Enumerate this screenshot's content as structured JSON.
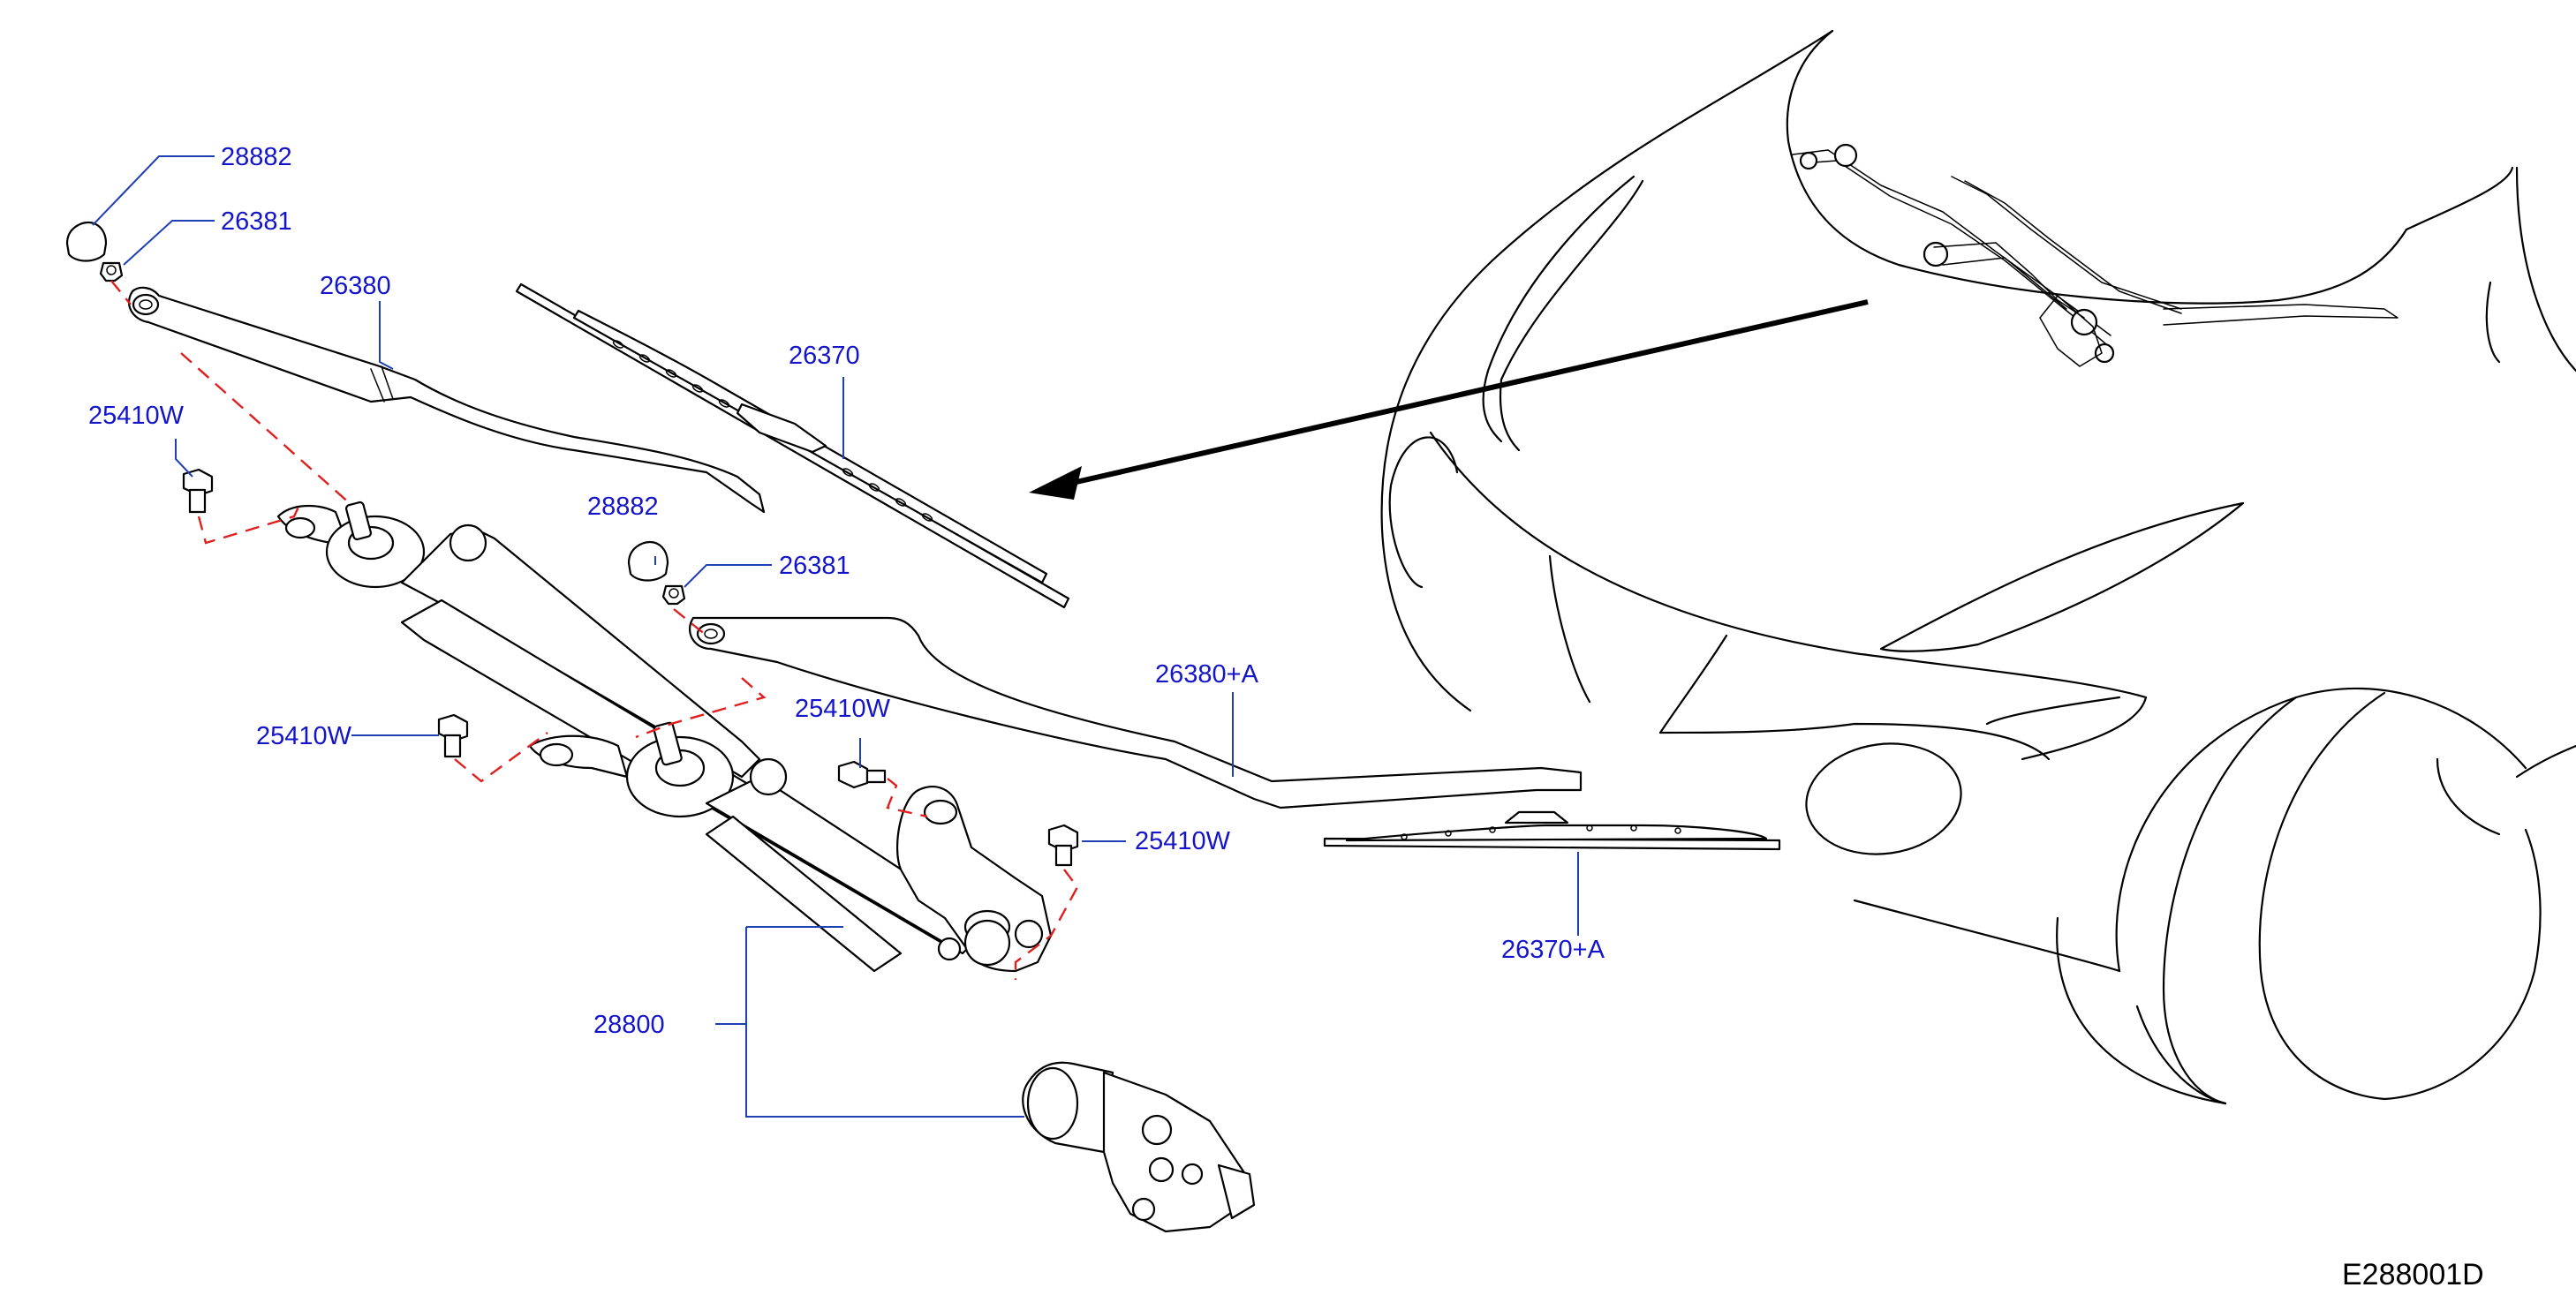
{
  "diagram": {
    "code": "E288001D",
    "callouts": {
      "c1": "28882",
      "c2": "26381",
      "c3": "26380",
      "c4": "26370",
      "c5": "25410W",
      "c6": "28882",
      "c7": "26381",
      "c8": "26380+A",
      "c9": "25410W",
      "c10": "25410W",
      "c11": "25410W",
      "c12": "26370+A",
      "c13": "28800"
    }
  },
  "colors": {
    "callout": "#1414c8",
    "leader": "#1f3fb5",
    "install_path": "#e0201f",
    "outline": "#000000"
  }
}
